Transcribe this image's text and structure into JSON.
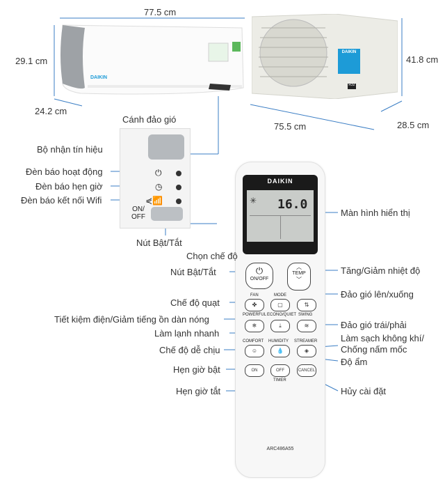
{
  "dimensions": {
    "indoor_width": "77.5 cm",
    "indoor_height": "29.1 cm",
    "indoor_depth": "24.2 cm",
    "outdoor_width": "75.5 cm",
    "outdoor_height": "41.8 cm",
    "outdoor_depth": "28.5 cm"
  },
  "indoor": {
    "brand": "DAIKIN",
    "louver_label": "Cánh đảo gió"
  },
  "outdoor": {
    "brand": "DAIKIN",
    "badge": "R32"
  },
  "panel": {
    "receiver_label": "Bộ nhận tín hiệu",
    "operation_led_label": "Đèn báo hoạt động",
    "timer_led_label": "Đèn báo hẹn giờ",
    "wifi_led_label": "Đèn báo kết nối Wifi",
    "onoff_text": "ON/\nOFF",
    "onoff_label": "Nút Bật/Tắt"
  },
  "remote": {
    "brand": "DAIKIN",
    "lcd_temp": "16.0",
    "model": "ARC486A55",
    "buttons": {
      "onoff": "ON/OFF",
      "temp": "TEMP",
      "fan": "FAN",
      "mode": "MODE",
      "econo": "ECONO/QUIET",
      "swing": "SWING",
      "powerful": "POWERFUL",
      "comfort": "COMFORT",
      "humidity": "HUMIDITY",
      "streamer": "STREAMER",
      "on": "ON",
      "off": "OFF",
      "cancel": "CANCEL",
      "timer": "TIMER"
    }
  },
  "labels": {
    "display": "Màn hình hiển thị",
    "mode_select": "Chọn chế độ",
    "onoff": "Nút Bật/Tắt",
    "temp_updown": "Tăng/Giảm nhiệt độ",
    "swing_updown": "Đảo gió lên/xuống",
    "fan_mode": "Chế độ quạt",
    "econo": "Tiết kiệm điện/Giảm tiếng ồn dàn nóng",
    "swing_lr": "Đảo gió trái/phải",
    "powerful": "Làm lạnh nhanh",
    "streamer_line1": "Làm sạch không khí/",
    "streamer_line2": "Chống nấm mốc",
    "comfort": "Chế độ dễ chịu",
    "humidity": "Độ ẩm",
    "timer_on": "Hẹn giờ bật",
    "timer_off": "Hẹn giờ tắt",
    "cancel": "Hủy cài đặt"
  },
  "colors": {
    "line": "#1b6bb5",
    "daikin_blue": "#1d9bd7"
  }
}
